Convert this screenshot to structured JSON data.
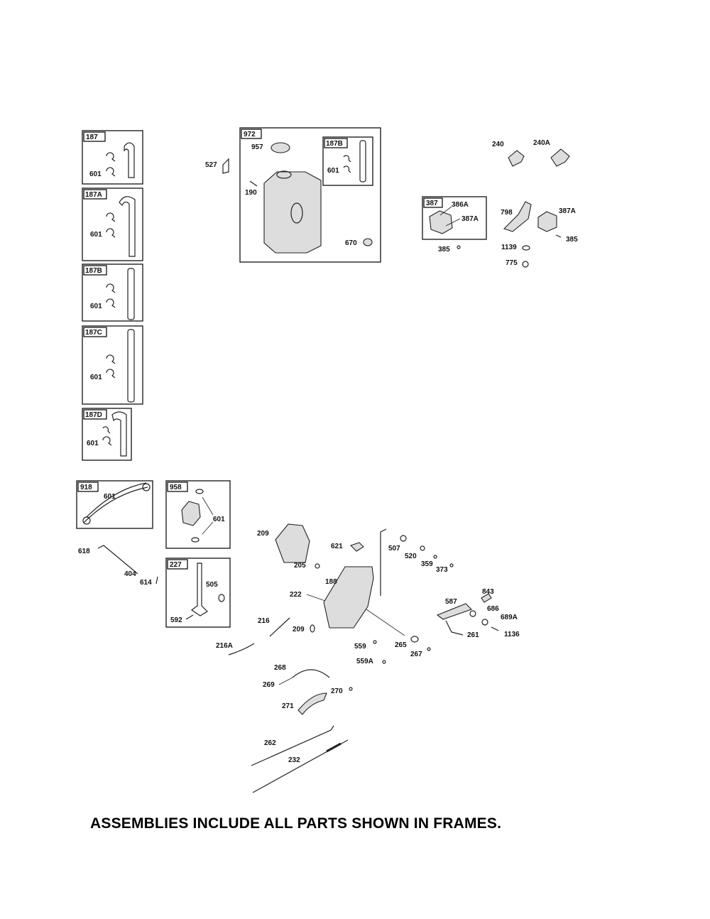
{
  "frames": {
    "f187": {
      "title": "187",
      "callouts": [
        "601"
      ]
    },
    "f187A": {
      "title": "187A",
      "callouts": [
        "601"
      ]
    },
    "f187B": {
      "title": "187B",
      "callouts": [
        "601"
      ]
    },
    "f187C": {
      "title": "187C",
      "callouts": [
        "601"
      ]
    },
    "f187D": {
      "title": "187D",
      "callouts": [
        "601"
      ]
    },
    "f972": {
      "title": "972",
      "callouts": [
        "957",
        "190",
        "670"
      ]
    },
    "f972_inner": {
      "title": "187B",
      "callouts": [
        "601"
      ]
    },
    "f387": {
      "title": "387",
      "callouts": [
        "386A",
        "387A"
      ]
    },
    "f918": {
      "title": "918",
      "callouts": [
        "601"
      ]
    },
    "f958": {
      "title": "958",
      "callouts": [
        "601"
      ]
    },
    "f227": {
      "title": "227",
      "callouts": [
        "505",
        "592"
      ]
    }
  },
  "loose_callouts": [
    "527",
    "240",
    "240A",
    "798",
    "387A",
    "385",
    "385",
    "1139",
    "775",
    "209",
    "621",
    "507",
    "520",
    "359",
    "373",
    "205",
    "188",
    "222",
    "843",
    "587",
    "686",
    "689A",
    "261",
    "1136",
    "216",
    "209",
    "216A",
    "559",
    "559A",
    "265",
    "267",
    "268",
    "269",
    "270",
    "271",
    "262",
    "232",
    "618",
    "404",
    "614"
  ],
  "footer": "ASSEMBLIES INCLUDE ALL PARTS SHOWN IN FRAMES."
}
